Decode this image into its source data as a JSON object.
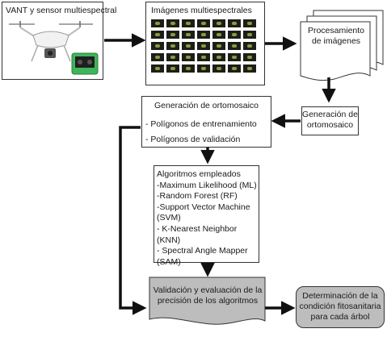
{
  "nodes": {
    "uav": {
      "label": "VANT y sensor multiespectral"
    },
    "images": {
      "label": "Imágenes multiespectrales",
      "thumbnail_count": 35
    },
    "processing": {
      "label": "Procesamiento de imágenes"
    },
    "ortho_small": {
      "label": "Generación de ortomosaico"
    },
    "ortho_main": {
      "title": "Generación de ortomosaico",
      "items": [
        "- Polígonos de entrenamiento",
        "- Polígonos de validación"
      ]
    },
    "algorithms": {
      "title": "Algoritmos empleados",
      "items": [
        "-Maximum Likelihood (ML)",
        "-Random Forest (RF)",
        "-Support Vector Machine",
        "(SVM)",
        "- K-Nearest Neighbor (KNN)",
        "- Spectral Angle Mapper",
        "(SAM)"
      ]
    },
    "validation": {
      "label": "Validación y evaluación de la precisión de los algoritmos"
    },
    "determination": {
      "label": "Determinación de la condición fitosanitaria para cada árbol"
    }
  }
}
